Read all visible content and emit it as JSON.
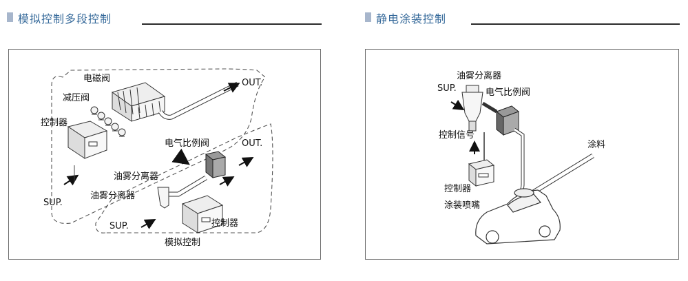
{
  "left": {
    "header_title": "模拟控制多段控制",
    "labels": {
      "solenoid_valve": "电磁阀",
      "pressure_reducing_valve": "减压阀",
      "controller_top": "控制器",
      "out_top": "OUT.",
      "proportional_valve": "电气比例阀",
      "out_bottom": "OUT.",
      "oil_mist_upper": "油雾分离器",
      "oil_mist_lower": "油雾分离器",
      "sup_left": "SUP.",
      "sup_bottom": "SUP.",
      "controller_bottom": "控制器",
      "caption": "模拟控制"
    }
  },
  "right": {
    "header_title": "静电涂装控制",
    "labels": {
      "oil_mist": "油雾分离器",
      "sup": "SUP.",
      "proportional_valve": "电气比例阀",
      "control_signal": "控制信号",
      "paint": "涂料",
      "controller": "控制器",
      "spray_nozzle": "涂装喷嘴"
    }
  },
  "colors": {
    "header_bar": "#a7b6cc",
    "header_title": "#35699a",
    "rule": "#2a2a2a"
  }
}
